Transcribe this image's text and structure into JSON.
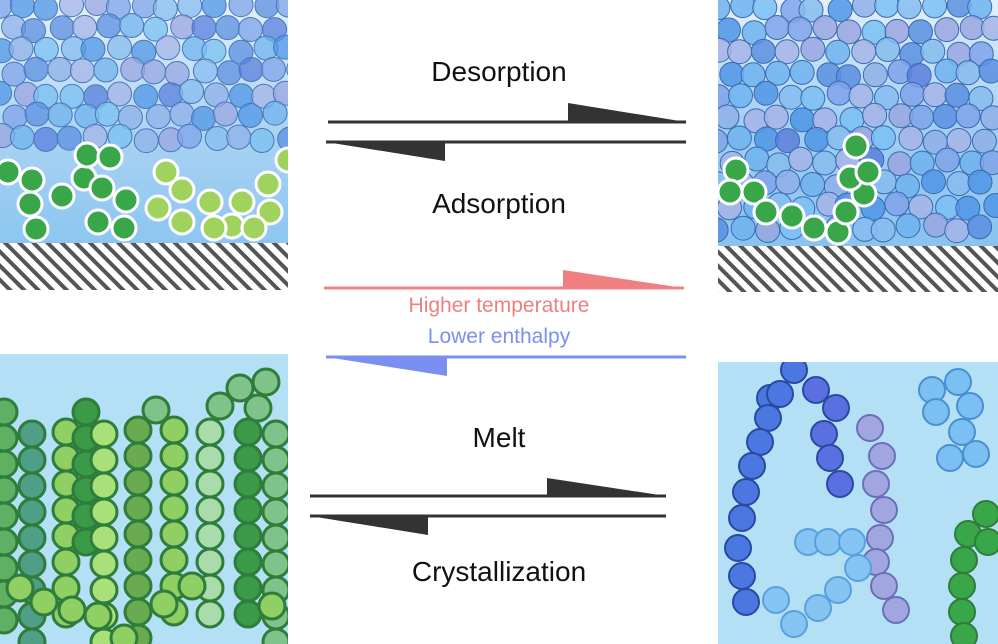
{
  "labels": {
    "desorption": "Desorption",
    "adsorption": "Adsorption",
    "higher_temperature": "Higher temperature",
    "lower_enthalpy": "Lower enthalpy",
    "melt": "Melt",
    "crystallization": "Crystallization"
  },
  "colors": {
    "desorption_arrow": "#333333",
    "temperature_arrow": "#f08080",
    "enthalpy_arrow": "#7b8ff2",
    "liquid_light": "#cde6f8",
    "liquid": "#9ccdf1",
    "melt_bg": "#b3e0f5",
    "adsorbed_green": "#3aa64a",
    "adsorbed_lightgreen": "#9fd35e",
    "surface_hatch": "#555555"
  },
  "panels": [
    {
      "id": "adsorbed-state",
      "description_icon": "adsorbed-polymer-panel"
    },
    {
      "id": "desorbed-state",
      "description_icon": "desorbed-polymer-panel"
    },
    {
      "id": "crystal-state",
      "description_icon": "crystalline-polymer-panel"
    },
    {
      "id": "melt-state",
      "description_icon": "melt-polymer-panel"
    }
  ]
}
